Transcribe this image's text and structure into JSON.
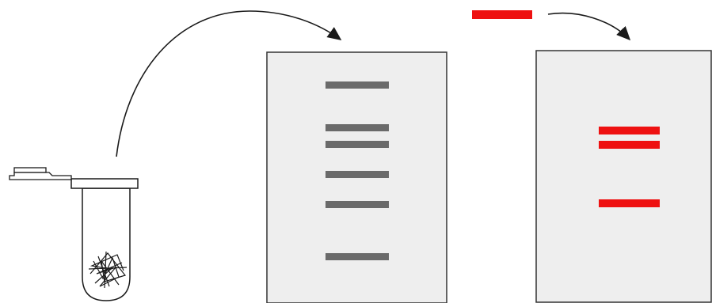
{
  "colors": {
    "background": "#ffffff",
    "ink": "#1a1a1a",
    "membrane_fill": "#eeeeee",
    "membrane_border": "#333333",
    "gel_band": "#6a6a6a",
    "probe": "#ee1111",
    "tube_fill": "#ffffff"
  },
  "diagram": {
    "steps": [
      "sample-tube",
      "gel",
      "blot-membrane"
    ],
    "arrows": [
      {
        "from": "sample-tube",
        "to": "gel"
      },
      {
        "from": "labeled-probe",
        "to": "blot-membrane"
      }
    ],
    "gel_band_count": 6,
    "hybridized_band_count": 3,
    "probe_count": 1
  }
}
